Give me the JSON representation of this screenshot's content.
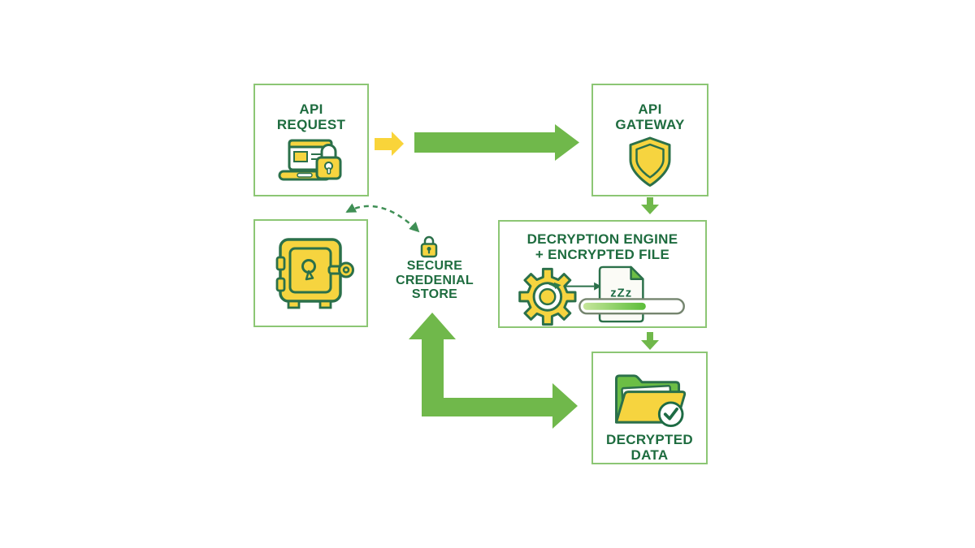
{
  "diagram": {
    "nodes": {
      "api_request": {
        "title": "API\nREQUEST",
        "icon": "laptop-lock-icon"
      },
      "api_gateway": {
        "title": "API\nGATEWAY",
        "icon": "shield-icon"
      },
      "decryption_engine": {
        "title": "DECRYPTION ENGINE\n+ ENCRYPTED FILE",
        "file_label": "zZz",
        "icons": "gear-icon, encrypted-file-icon, progress-bar"
      },
      "credential_store": {
        "label": "SECURE\nCREDENIAL\nSTORE",
        "icons": "safe-vault-icon, padlock-icon"
      },
      "decrypted_data": {
        "title": "DECRYPTED\nDATA",
        "icon": "folder-check-icon"
      }
    },
    "flows": {
      "request_to_gateway": "yellow arrow + large green arrow, left to right",
      "gateway_to_engine": "small green down arrow",
      "engine_to_decrypted": "small green down arrow",
      "store_exchange": "large green L arrow pointing up to store and right to decrypted data",
      "vault_lock_exchange": "dashed green curved double-headed arrow"
    },
    "colors": {
      "background": "#ffffff",
      "box_border": "#8cc674",
      "heading_text": "#1e6c3f",
      "arrow_green": "#70b84b",
      "arrow_yellow": "#f9d43a",
      "icon_yellow": "#f6d43f",
      "icon_outline": "#2b704a",
      "accent_green": "#6cbe45",
      "dashed_arrow": "#3f8f55",
      "progress_fill_start": "#c7e69c",
      "progress_fill_end": "#5bbd39"
    }
  }
}
